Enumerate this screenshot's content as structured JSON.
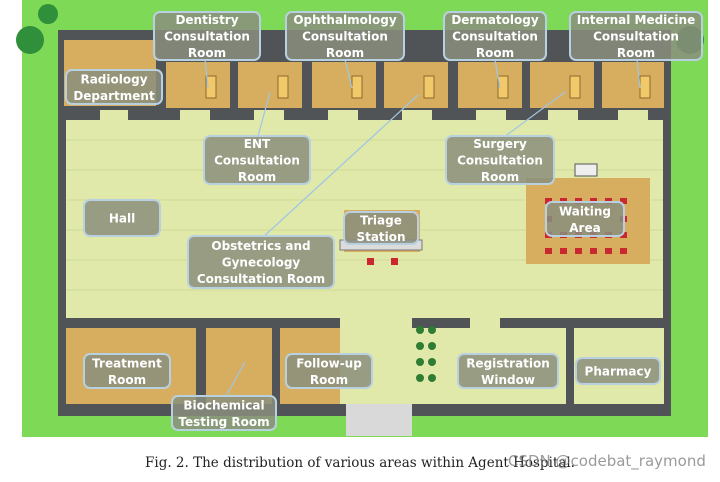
{
  "colors": {
    "grass": "#7ed957",
    "hall_floor": "#dfe8a8",
    "wall": "#55585a",
    "wood": "#d1a85c",
    "label_bg": "#8a8e7c",
    "label_border": "#b9d0e0"
  },
  "labels": {
    "dentistry": [
      "Dentistry",
      "Consultation",
      "Room"
    ],
    "ophthalmology": [
      "Ophthalmology",
      "Consultation",
      "Room"
    ],
    "dermatology": [
      "Dermatology",
      "Consultation",
      "Room"
    ],
    "internal_medicine": [
      "Internal Medicine",
      "Consultation",
      "Room"
    ],
    "radiology": [
      "Radiology",
      "Department"
    ],
    "ent": [
      "ENT",
      "Consultation",
      "Room"
    ],
    "surgery": [
      "Surgery",
      "Consultation",
      "Room"
    ],
    "hall": [
      "Hall"
    ],
    "triage": [
      "Triage",
      "Station"
    ],
    "waiting": [
      "Waiting",
      "Area"
    ],
    "obstetrics": [
      "Obstetrics and",
      "Gynecology",
      "Consultation Room"
    ],
    "treatment": [
      "Treatment",
      "Room"
    ],
    "follow_up": [
      "Follow-up",
      "Room"
    ],
    "registration": [
      "Registration",
      "Window"
    ],
    "pharmacy": [
      "Pharmacy"
    ],
    "biochemical": [
      "Biochemical",
      "Testing Room"
    ]
  },
  "caption": "Fig. 2.  The distribution of various areas within Agent Hospital.",
  "watermark": "CSDN @codebat_raymond"
}
